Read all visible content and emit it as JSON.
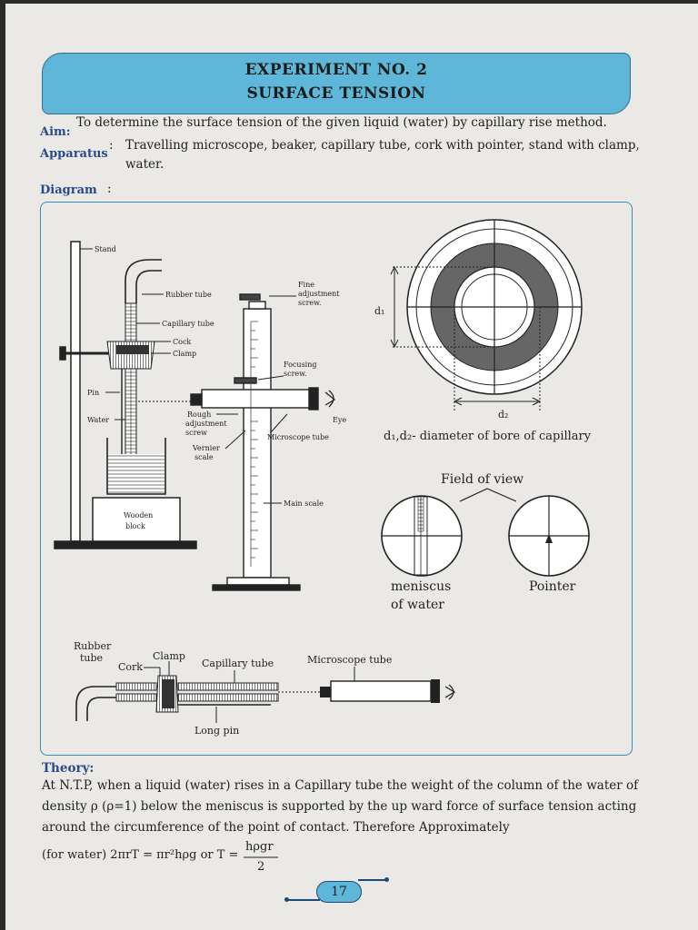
{
  "header": {
    "title_line1": "EXPERIMENT NO. 2",
    "title_line2": "SURFACE TENSION"
  },
  "aim": {
    "label": "Aim:",
    "text": "To determine the surface tension of the given liquid (water) by capillary rise method."
  },
  "apparatus": {
    "label": "Apparatus",
    "colon": ":",
    "line1": "Travelling microscope, beaker, capillary tube, cork with pointer, stand with clamp,",
    "line2": "water."
  },
  "diagram": {
    "label": "Diagram",
    "colon": ":",
    "apparatus_labels": {
      "stand": "Stand",
      "rubber_tube": "Rubber tube",
      "capillary_tube": "Capillary tube",
      "cock": "Cock",
      "clamp": "Clamp",
      "pin": "Pin",
      "water": "Water",
      "wooden_block_1": "Wooden",
      "wooden_block_2": "block",
      "fine_adj_1": "Fine",
      "fine_adj_2": "adjustment",
      "fine_adj_3": "screw.",
      "focusing_1": "Focusing",
      "focusing_2": "screw.",
      "eye": "Eye",
      "rough_1": "Rough",
      "rough_2": "adjustment",
      "rough_3": "screw",
      "vernier_1": "Vernier",
      "vernier_2": "scale",
      "microscope_tube": "Microscope tube",
      "main_scale": "Main scale"
    },
    "bore": {
      "d1": "d₁",
      "d2": "d₂",
      "caption": "d₁,d₂- diameter of bore of capillary"
    },
    "field_of_view": {
      "title": "Field of view",
      "meniscus_1": "meniscus",
      "meniscus_2": "of water",
      "pointer": "Pointer"
    },
    "bottom": {
      "rubber_1": "Rubber",
      "rubber_2": "tube",
      "cork": "Cork",
      "clamp": "Clamp",
      "capillary_tube": "Capillary tube",
      "microscope_tube": "Microscope tube",
      "long_pin": "Long pin"
    }
  },
  "theory": {
    "label": "Theory:",
    "line1": "At N.T.P, when a liquid (water) rises  in a Capillary tube the weight of the column of the water of",
    "line2": "density ρ (ρ=1) below the meniscus is supported by  the up ward force of surface tension acting",
    "line3": "around the circumference of the point of contact. Therefore Approximately",
    "formula_prefix": "(for water) 2πrT = πr²hρg or T =",
    "formula_num": "hρgr",
    "formula_den": "2"
  },
  "page_number": "17",
  "colors": {
    "banner": "#5eb6d8",
    "label_blue": "#2a4a8c",
    "frame": "#3a8cb8"
  }
}
